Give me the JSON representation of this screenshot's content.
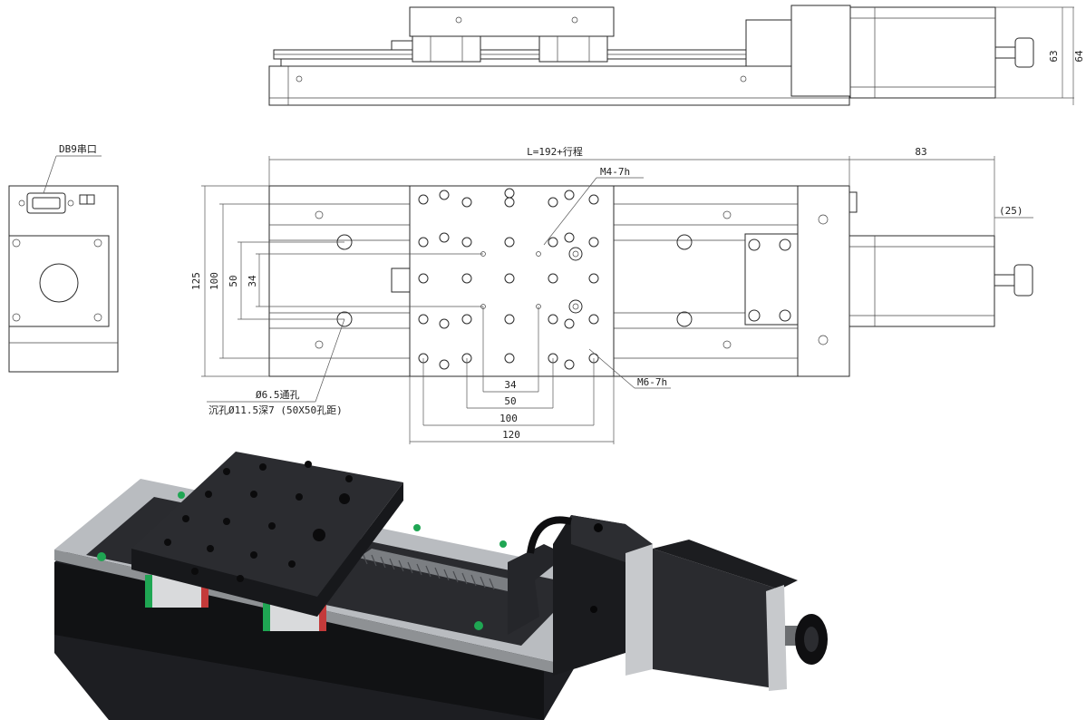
{
  "labels": {
    "serial_port": "DB9串口",
    "length": "L=192+行程",
    "dim_83": "83",
    "dim_25": "(25)",
    "thread_m4": "M4-7h",
    "thread_m6": "M6-7h",
    "dim_63": "63",
    "dim_64": "64",
    "dim_125": "125",
    "dim_100v": "100",
    "dim_50v": "50",
    "dim_34v": "34",
    "dim_34h": "34",
    "dim_50h": "50",
    "dim_100h": "100",
    "dim_120h": "120",
    "hole_through": "Ø6.5通孔",
    "counterbore": "沉孔Ø11.5深7 (50X50孔距)"
  },
  "colors": {
    "line": "#2a2a2a",
    "body_black": "#1d1e22",
    "rail_silver": "#b9bcc0",
    "block_green": "#1fa653",
    "block_red": "#c43a3a"
  }
}
